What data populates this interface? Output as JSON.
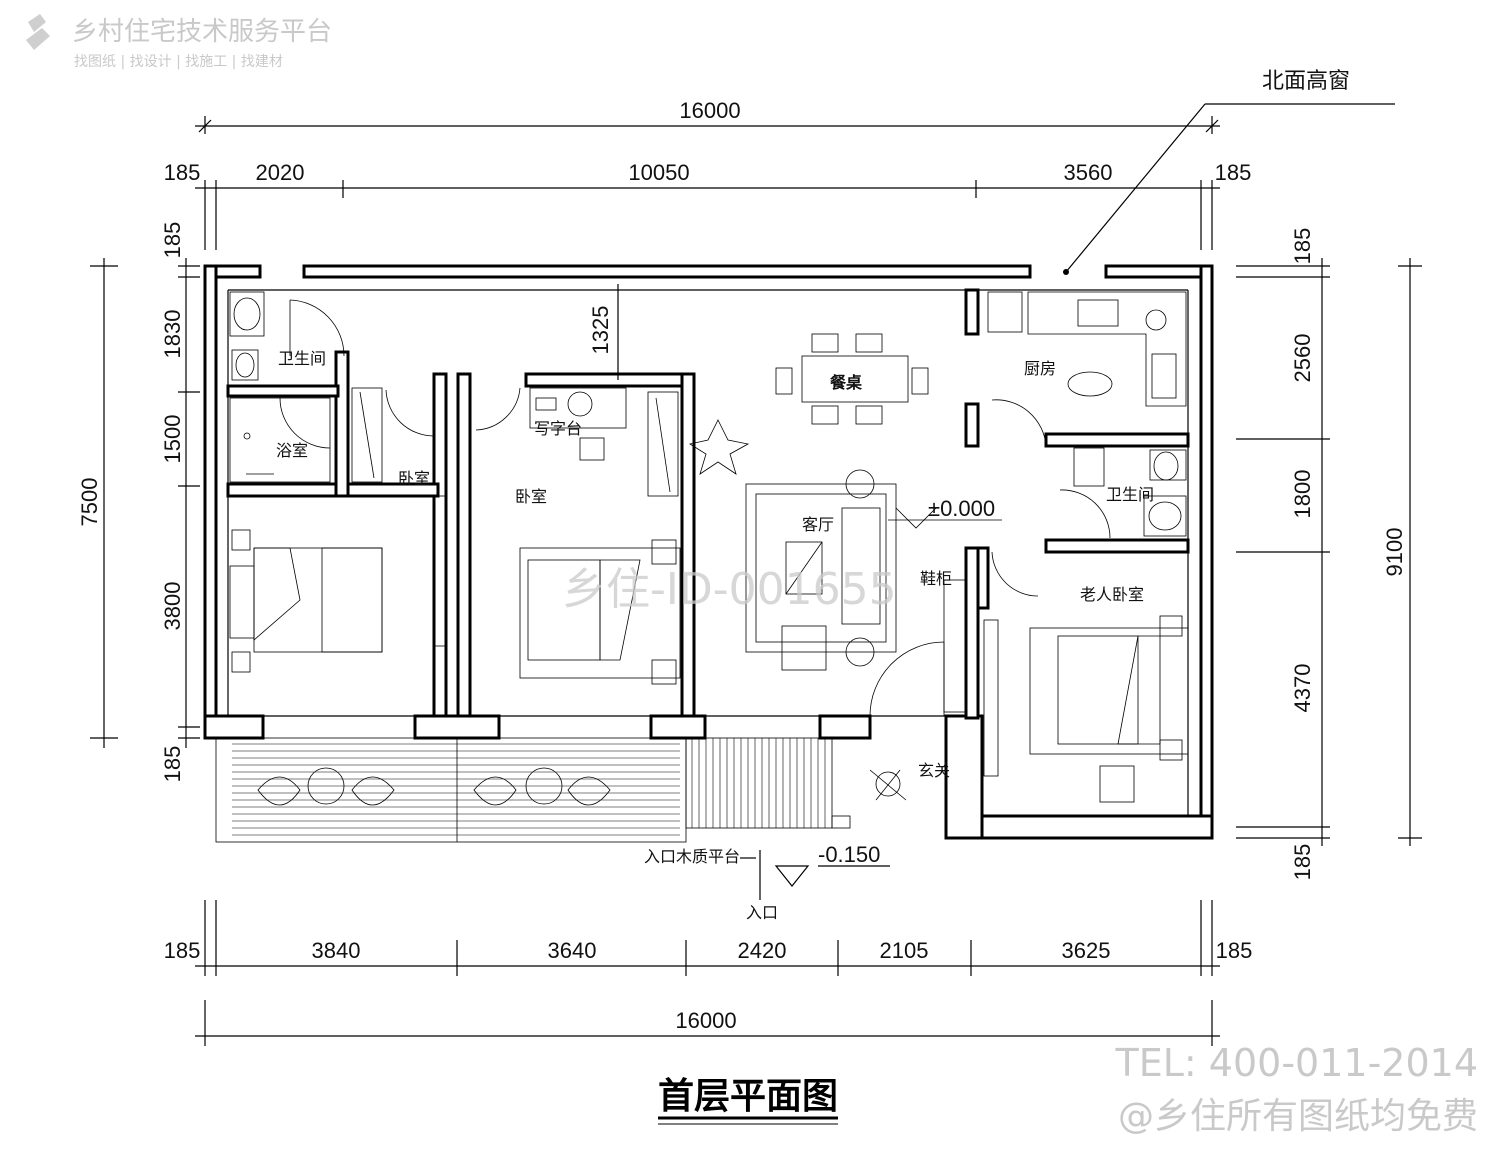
{
  "watermark": {
    "brand": "乡村住宅技术服务平台",
    "tagline": "找图纸 | 找设计 | 找施工 | 找建材",
    "plan_id": "乡住-ID-001655",
    "tel": "TEL: 400-011-2014",
    "note": "@乡住所有图纸均免费"
  },
  "callout": {
    "high_window": "北面高窗"
  },
  "title": "首层平面图",
  "top_dims": {
    "overall": "16000",
    "segments": [
      "185",
      "2020",
      "10050",
      "3560",
      "185"
    ]
  },
  "bottom_dims": {
    "overall": "16000",
    "segments": [
      "185",
      "3840",
      "3640",
      "2420",
      "2105",
      "3625",
      "185"
    ]
  },
  "left_dims": {
    "overall": "7500",
    "segments": [
      "185",
      "1830",
      "1500",
      "3800",
      "185"
    ]
  },
  "right_dims": {
    "overall": "9100",
    "segments": [
      "185",
      "2560",
      "1800",
      "4370",
      "185"
    ]
  },
  "inner_dim": "1325",
  "rooms": {
    "bath1": "卫生间",
    "shower": "浴室",
    "bedroom1": "卧室",
    "bedroom2": "卧室",
    "desk": "写字台",
    "dining": "餐桌",
    "living": "客厅",
    "kitchen": "厨房",
    "bath2": "卫生间",
    "elder_bedroom": "老人卧室",
    "foyer": "玄关",
    "shoe_cabinet": "鞋柜",
    "wood_platform": "入口木质平台",
    "entrance": "入口"
  },
  "levels": {
    "floor": "±0.000",
    "entry": "-0.150"
  }
}
